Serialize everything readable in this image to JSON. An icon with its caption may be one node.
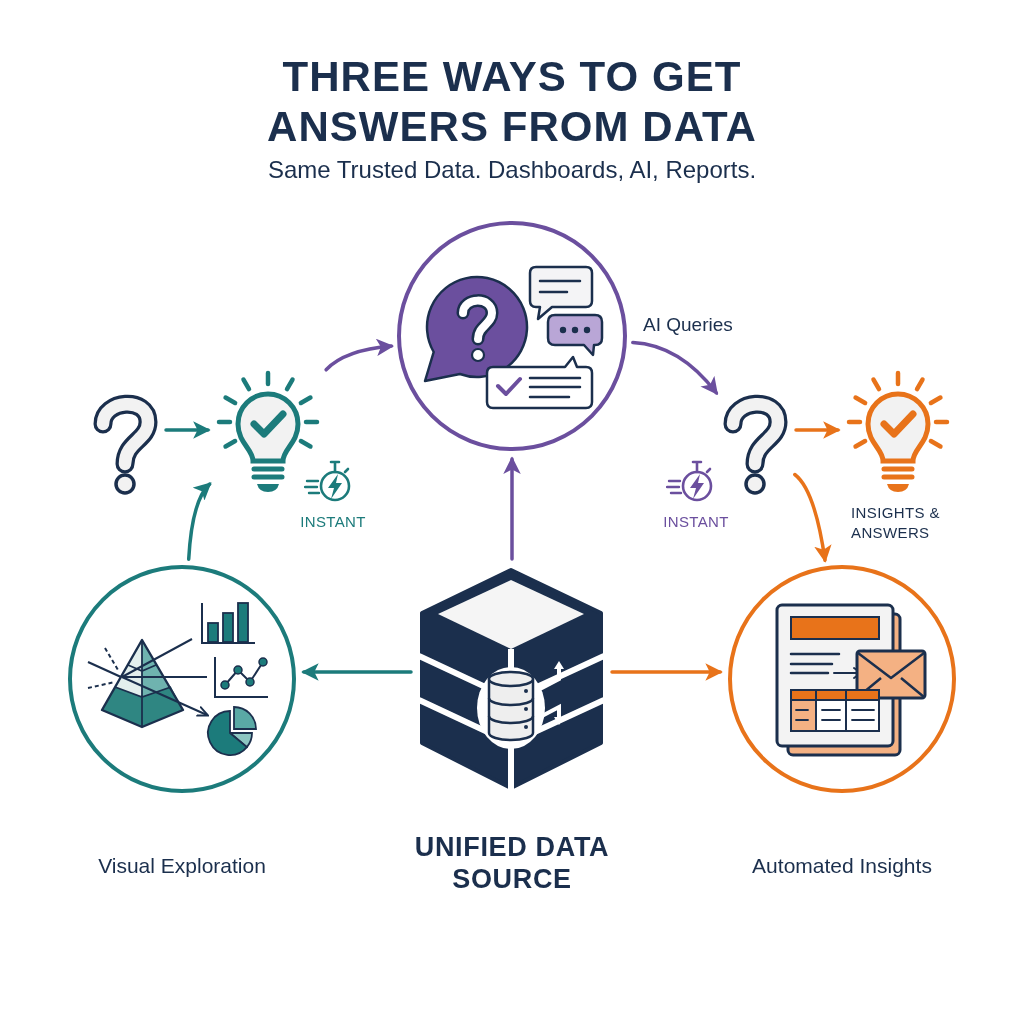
{
  "diagram": {
    "title": "THREE WAYS TO GET ANSWERS FROM DATA",
    "nodes": [
      {
        "text": [],
        "shape": "circle",
        "beside": [
          "AI Queries"
        ]
      },
      {
        "text": [],
        "shape": "picture"
      },
      {
        "text": [],
        "shape": "picture",
        "beside": [
          "INSTANT"
        ]
      },
      {
        "text": [],
        "shape": "picture",
        "beside": [
          "INSTANT"
        ]
      },
      {
        "text": [],
        "shape": "picture",
        "beside": [
          "INSIGHTS & ANSWERS"
        ]
      },
      {
        "text": [],
        "shape": "circle",
        "beside": [
          "Visual Exploration"
        ]
      },
      {
        "text": [],
        "shape": "picture",
        "beside": [
          "UNIFIED DATA SOURCE"
        ]
      },
      {
        "text": [],
        "shape": "circle",
        "beside": [
          "Automated Insights"
        ]
      }
    ],
    "edges": [
      {
        "from": 1,
        "to": 2,
        "arrow": "to",
        "color": "#1c7b7b"
      },
      {
        "from": 2,
        "to": 0,
        "arrow": "to",
        "color": "#6b4f9e"
      },
      {
        "from": 0,
        "to": 3,
        "arrow": "to",
        "color": "#6b4f9e"
      },
      {
        "from": 3,
        "to": 4,
        "arrow": "to",
        "color": "#e8731a"
      },
      {
        "from": 3,
        "to": 7,
        "arrow": "to",
        "color": "#e8731a"
      },
      {
        "from": 5,
        "to": 2,
        "arrow": "to",
        "color": "#1c7b7b"
      },
      {
        "from": 6,
        "to": 0,
        "arrow": "to",
        "color": "#6b4f9e"
      },
      {
        "from": 6,
        "to": 5,
        "arrow": "to",
        "color": "#1c7b7b"
      },
      {
        "from": 6,
        "to": 7,
        "arrow": "to",
        "color": "#e8731a"
      }
    ],
    "labels": [
      "Same Trusted Data. Dashboards, AI, Reports."
    ]
  }
}
